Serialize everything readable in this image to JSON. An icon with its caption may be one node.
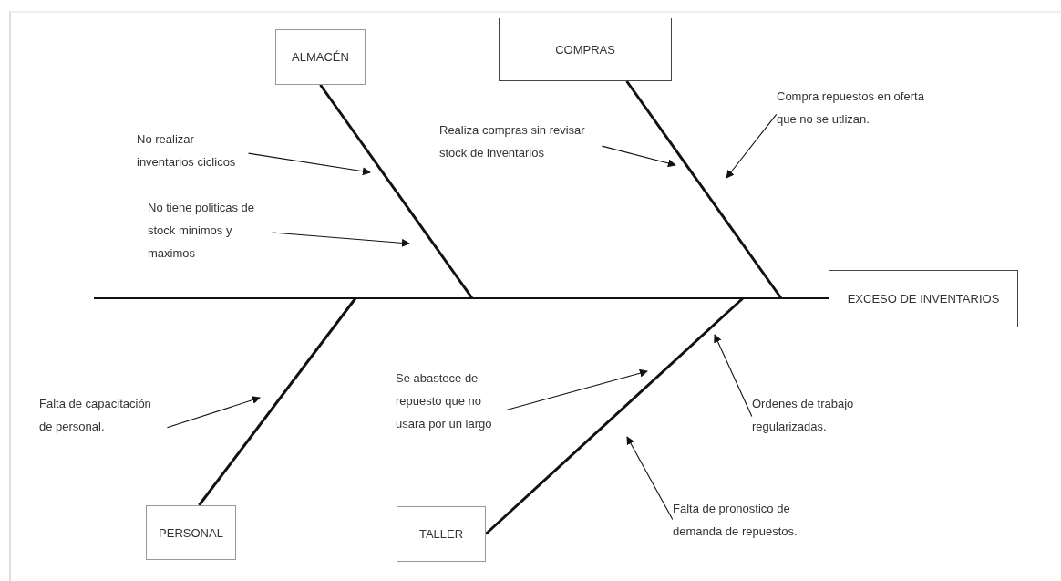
{
  "diagram": {
    "nodes": [
      {
        "text": [
          "ALMACÉN"
        ]
      },
      {
        "text": [
          "COMPRAS"
        ]
      },
      {
        "text": [
          "No realizar inventarios ciclicos"
        ]
      },
      {
        "text": [
          "Realiza compras sin revisar stock de inventarios"
        ]
      },
      {
        "text": [
          "Compra repuestos en oferta que no se utlizan."
        ]
      },
      {
        "text": [
          "No tiene politicas de stock minimos y maximos"
        ]
      },
      {
        "text": [],
        "shape": "bar"
      },
      {
        "text": [
          "EXCESO DE INVENTARIOS"
        ]
      },
      {
        "text": [
          "Se abastece de repuesto que no usara por un largo"
        ]
      },
      {
        "text": [
          "Falta de capacitación de personal."
        ]
      },
      {
        "text": [
          "Ordenes de trabajo regularizadas."
        ]
      },
      {
        "text": [
          "PERSONAL"
        ]
      },
      {
        "text": [
          "TALLER"
        ]
      },
      {
        "text": [
          "Falta de pronostico de demanda de repuestos."
        ]
      }
    ],
    "edges": [
      {
        "from": 0,
        "to": 6,
        "arrow": "none",
        "style": "thick"
      },
      {
        "from": 1,
        "to": 6,
        "arrow": "none",
        "style": "thick"
      },
      {
        "from": 11,
        "to": 6,
        "arrow": "none",
        "style": "thick"
      },
      {
        "from": 12,
        "to": 6,
        "arrow": "none",
        "style": "thick"
      },
      {
        "from": 2,
        "to": null,
        "arrow": "to"
      },
      {
        "from": 3,
        "to": null,
        "arrow": "to"
      },
      {
        "from": 4,
        "to": null,
        "arrow": "to"
      },
      {
        "from": 5,
        "to": null,
        "arrow": "to"
      },
      {
        "from": 8,
        "to": null,
        "arrow": "to"
      },
      {
        "from": 9,
        "to": null,
        "arrow": "to"
      },
      {
        "from": 10,
        "to": null,
        "arrow": "to"
      },
      {
        "from": 13,
        "to": null,
        "arrow": "to"
      }
    ]
  }
}
